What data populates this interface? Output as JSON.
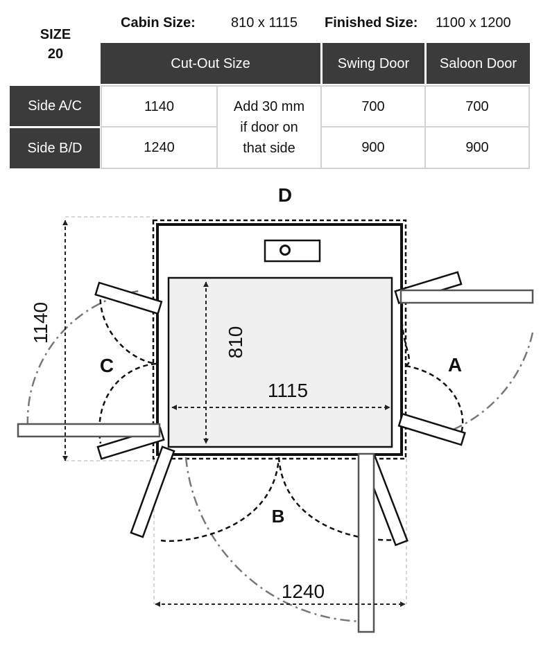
{
  "header": {
    "size_label": "SIZE",
    "size_value": "20",
    "cabin_label": "Cabin Size:",
    "cabin_value": "810 x 1115",
    "finished_label": "Finished Size:",
    "finished_value": "1100 x 1200"
  },
  "table": {
    "columns": [
      "Cut-Out Size",
      "Swing Door",
      "Saloon Door"
    ],
    "rows": [
      {
        "label": "Side A/C",
        "cutout": "1140",
        "swing": "700",
        "saloon": "700"
      },
      {
        "label": "Side B/D",
        "cutout": "1240",
        "swing": "900",
        "saloon": "900"
      }
    ],
    "note": [
      "Add 30 mm",
      "if door on",
      "that side"
    ]
  },
  "diagram": {
    "side_a": "A",
    "side_b": "B",
    "side_c": "C",
    "side_d": "D",
    "dim_1140": "1140",
    "dim_810": "810",
    "dim_1115": "1115",
    "dim_1240": "1240"
  },
  "colors": {
    "header_fill": "#3b3b3b",
    "cell_border": "#d2d2d2",
    "cabin_fill": "#f0f0f0",
    "dashdot": "#777777",
    "guide": "#c8c8c8"
  }
}
